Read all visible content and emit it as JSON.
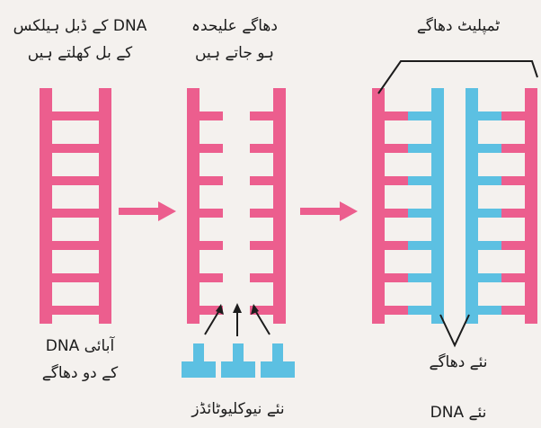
{
  "colors": {
    "background": "#f4f1ee",
    "parent_strand": "#ec5e8e",
    "new_strand": "#5cc0e2",
    "arrow": "#ec5e8e",
    "line": "#1c1c1c"
  },
  "labels": {
    "unwinding": [
      "DNA کے ڈبل ہیلکس",
      "کے بل کھلتے ہیں"
    ],
    "separate": [
      "دھاگے علیحدہ",
      "ہو جاتے ہیں"
    ],
    "template": "ٹمپلیٹ دھاگے",
    "parent": [
      "آبائی DNA",
      "کے دو دھاگے"
    ],
    "nucleotides": "نئے نیوکلیوٹائڈز",
    "new_strands": "نئے دھاگے",
    "new_dna": "نئے DNA"
  },
  "icons": [
    "arrow-right-icon",
    "arrow-up-icon"
  ]
}
